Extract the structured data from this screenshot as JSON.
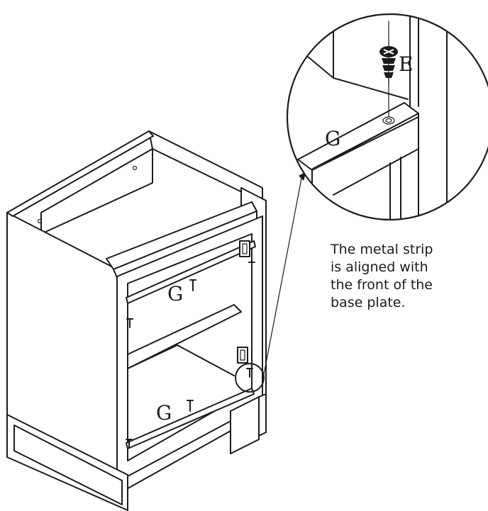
{
  "labels": {
    "screw": "E",
    "strip_detail": "G",
    "strip_upper": "G",
    "strip_lower": "G"
  },
  "note": {
    "lines": [
      "The metal strip",
      "is aligned with",
      "the front of the",
      "base plate."
    ]
  },
  "colors": {
    "line": "#1c1c1c",
    "background": "#ffffff"
  }
}
